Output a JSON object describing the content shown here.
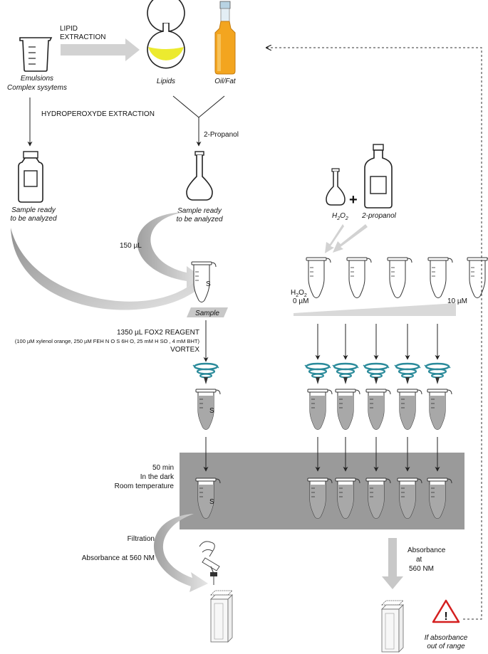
{
  "labels": {
    "lipid_extraction_1": "LIPID",
    "lipid_extraction_2": "EXTRACTION",
    "emulsions_1": "Emulsions",
    "emulsions_2": "Complex sysytems",
    "lipids": "Lipids",
    "oil_fat": "Oil/Fat",
    "hydroperoxyde_extraction": "HYDROPEROXYDE EXTRACTION",
    "propanol": "2-Propanol",
    "sample_ready_left_1": "Sample ready",
    "sample_ready_left_2": "to be analyzed",
    "sample_ready_mid_1": "Sample ready",
    "sample_ready_mid_2": "to be analyzed",
    "h2o2_flask": "H",
    "h2o2_flask_sub1": "2",
    "h2o2_flask_o": "O",
    "h2o2_flask_sub2": "2",
    "plus": "+",
    "two_propanol": "2-propanol",
    "volume_150": "150 µL",
    "tube_s": "S",
    "sample_bar": "Sample",
    "std_h2o2": "H",
    "std_h2o2_sub1": "2",
    "std_h2o2_o": "O",
    "std_h2o2_sub2": "2",
    "std_0": "0  µM",
    "std_10": "10 µM",
    "fox2_1": "1350 µL FOX2 REAGENT",
    "fox2_2": "(100 µM xylenol orange, 250 µM FEH N O S  6H O, 25 mM H SO , 4 mM BHT)",
    "vortex": "VORTEX",
    "incubation_1": "50 min",
    "incubation_2": "In the dark",
    "incubation_3": "Room temperature",
    "filtration": "Filtration",
    "absorbance_left": "Absorbance at 560 NM",
    "absorbance_right_1": "Absorbance",
    "absorbance_right_2": "at",
    "absorbance_right_3": "560 NM",
    "warning_mark": "!",
    "out_of_range_1": "If absorbance",
    "out_of_range_2": "out of range"
  },
  "colors": {
    "arrow_gray": "#d2d2d2",
    "bar_gray": "#d9d9d9",
    "incubation_box": "#9a9a9a",
    "tube_fill": "#a8a8a8",
    "lipid_yellow": "#ecea2f",
    "oil_orange": "#f3a51f",
    "vortex_teal": "#2a8a9a",
    "warning_red": "#d41f1f"
  },
  "icons": [
    "beaker-icon",
    "round-flask-icon",
    "oil-bottle-icon",
    "sample-bottle-icon",
    "volumetric-flask-icon",
    "microtube-icon",
    "vortex-icon",
    "syringe-filter-icon",
    "cuvette-icon",
    "warning-icon"
  ]
}
